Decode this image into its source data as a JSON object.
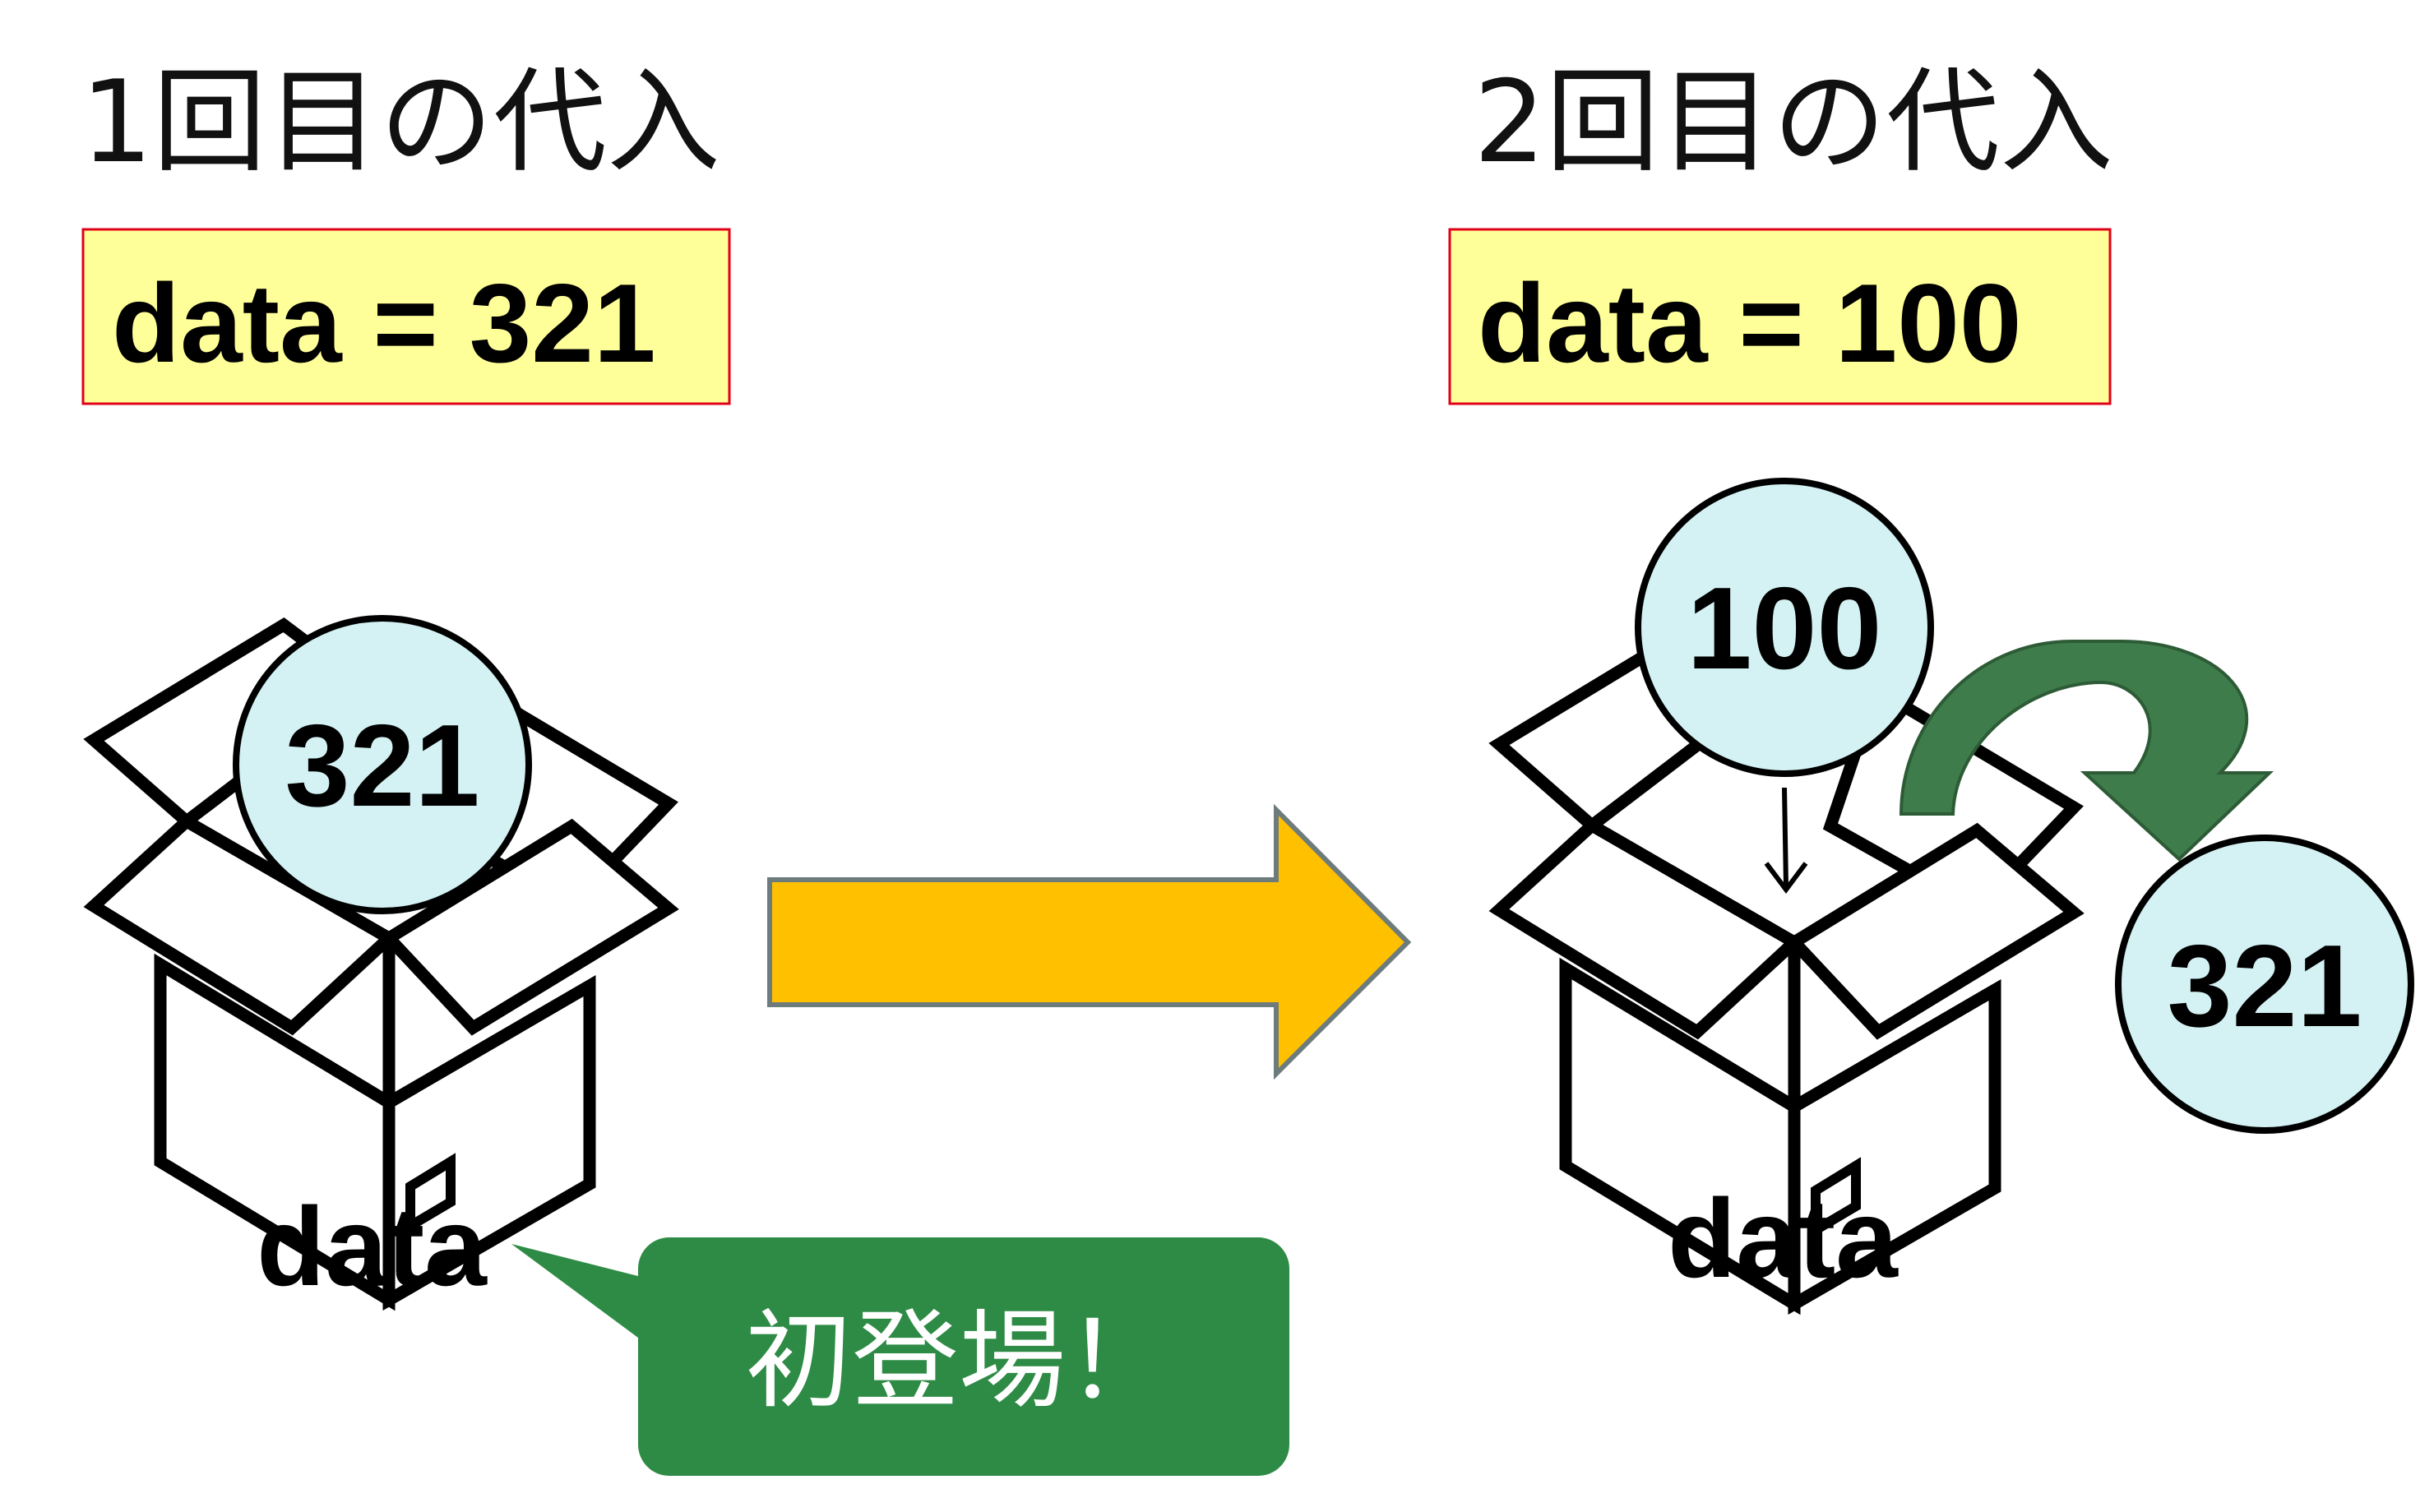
{
  "left": {
    "heading": "1回目の代入",
    "code": "data = 321",
    "value": "321",
    "var_label": "data",
    "callout": "初登場！"
  },
  "right": {
    "heading": "2回目の代入",
    "code": "data = 100",
    "new_value": "100",
    "old_value": "321",
    "var_label": "data"
  },
  "colors": {
    "code_fill": "#FFFF99",
    "code_border": "#E0001A",
    "ball_fill": "#D4F2F4",
    "arrow_fill": "#FFC000",
    "arrow_border": "#6E7B7C",
    "callout_fill": "#2E8B45",
    "curve_fill": "#3F7C4B"
  },
  "icons": [
    "open-box-icon",
    "right-arrow-icon",
    "curved-arrow-icon",
    "down-arrow-icon"
  ]
}
